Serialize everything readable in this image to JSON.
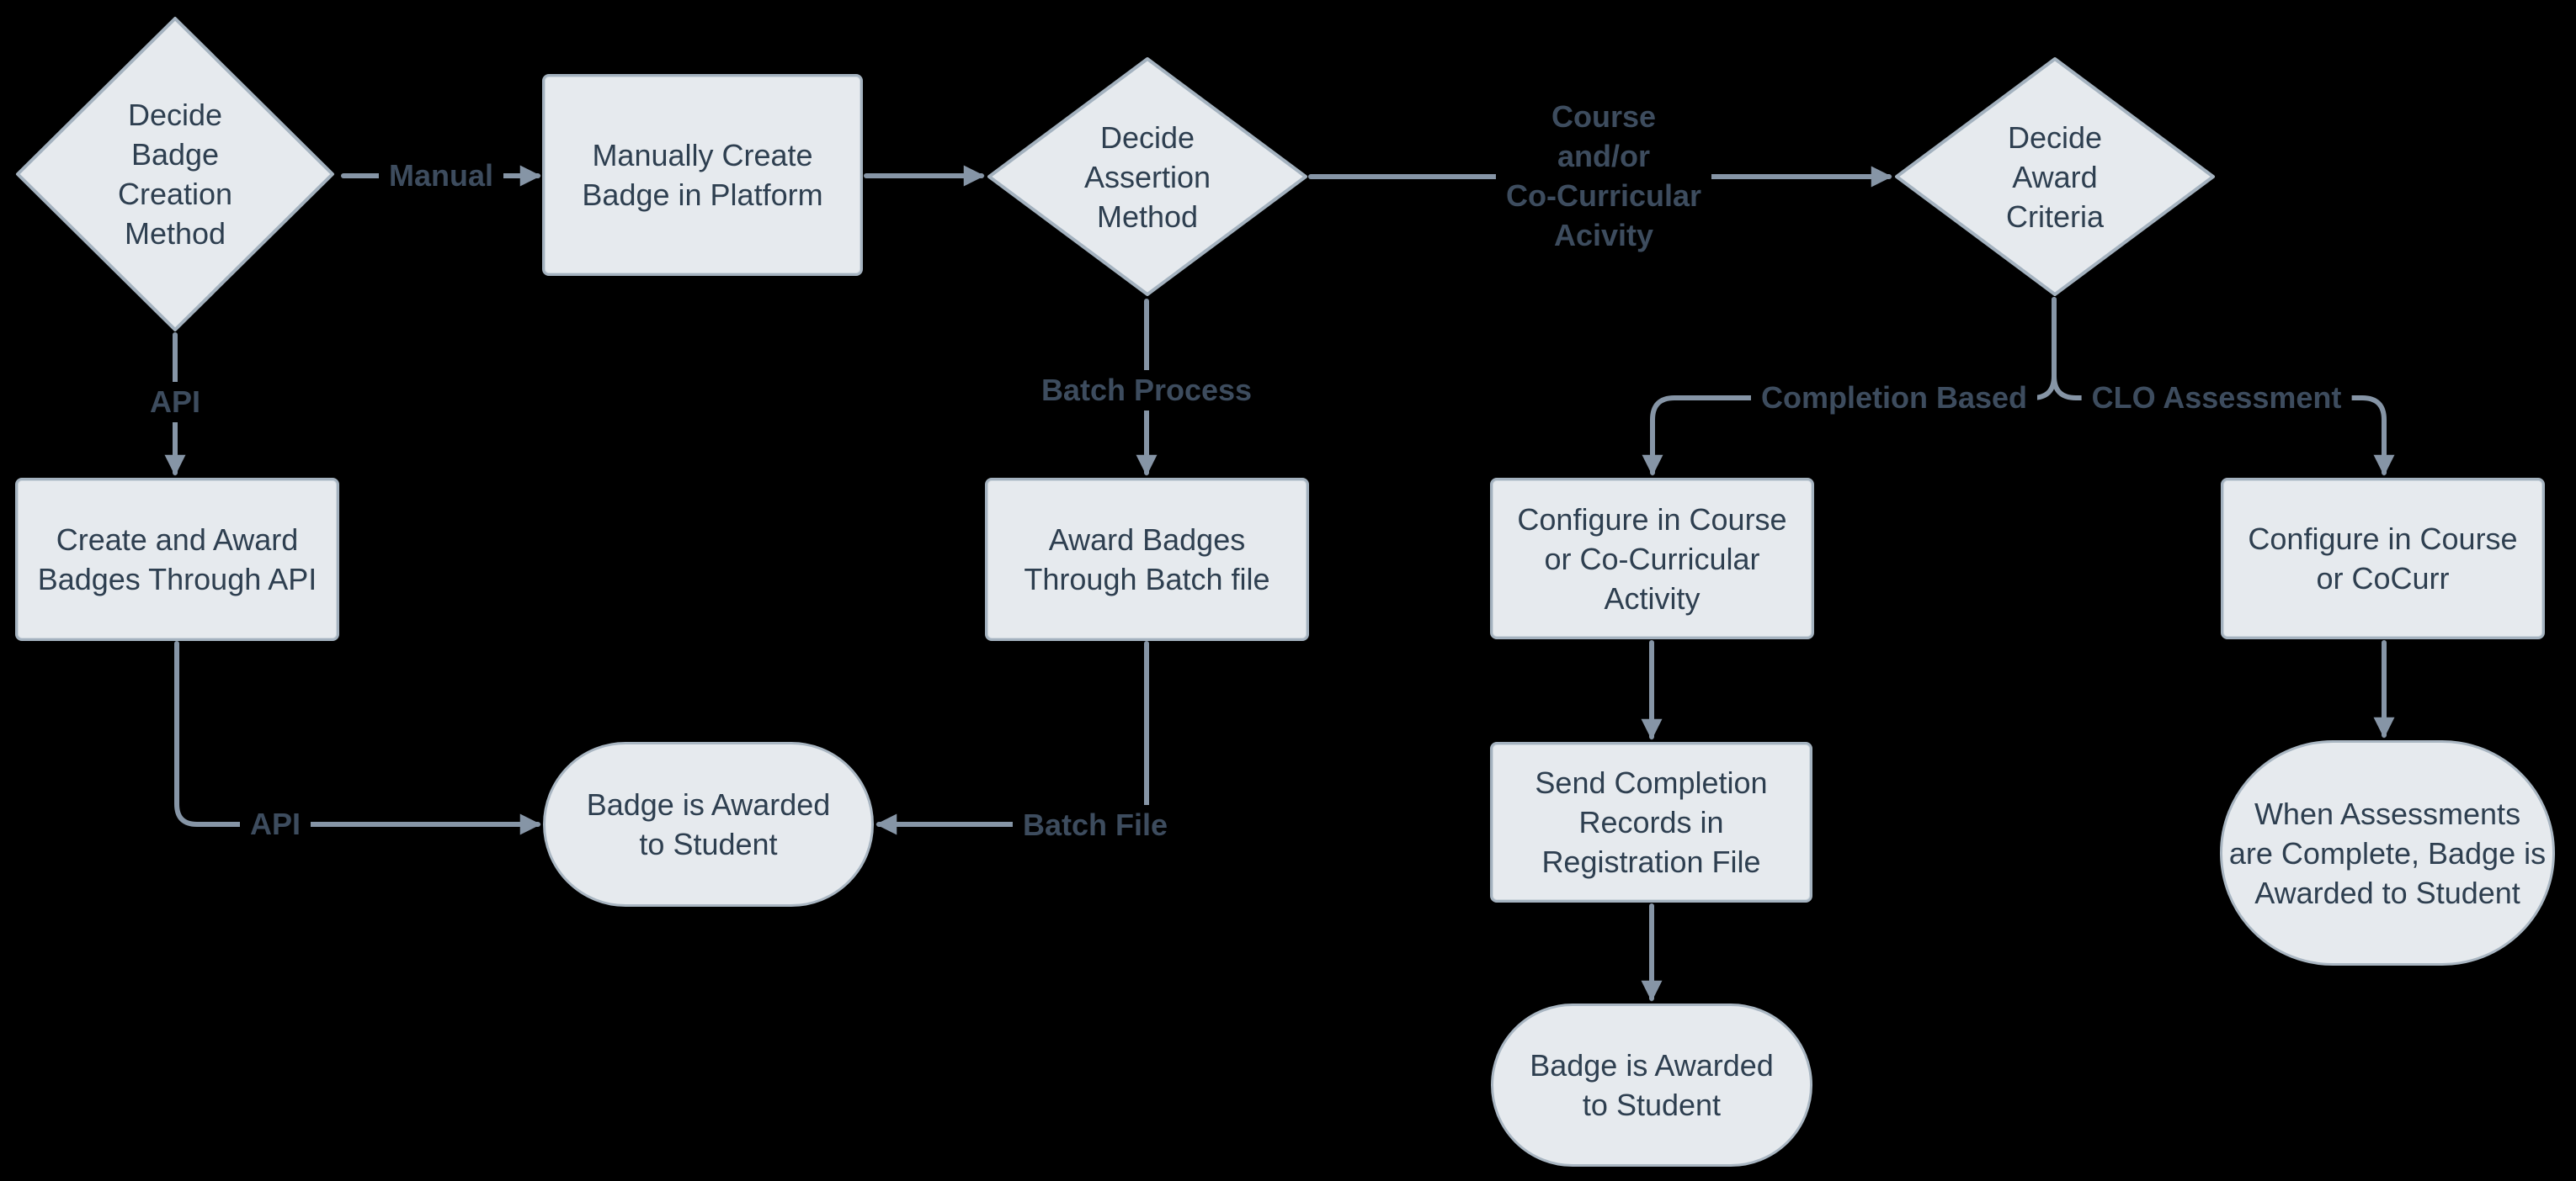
{
  "diagram": {
    "type": "flowchart-badge-creation-workflow",
    "background_color": "#000000",
    "node_fill_color": "#e6eaee",
    "node_border_color": "#a4b2bf",
    "node_text_color": "#2e3f50",
    "edge_line_color": "#8695a6",
    "edge_label_color": "#3d4c5e",
    "nodes": [
      {
        "id": "decide-badge-creation-method",
        "shape": "decision",
        "lines": [
          "Decide",
          "Badge",
          "Creation",
          "Method"
        ]
      },
      {
        "id": "manually-create-badge-in-platform",
        "shape": "process",
        "lines": [
          "Manually Create",
          "Badge in Platform"
        ]
      },
      {
        "id": "decide-assertion-method",
        "shape": "decision",
        "lines": [
          "Decide",
          "Assertion",
          "Method"
        ]
      },
      {
        "id": "decide-award-criteria",
        "shape": "decision",
        "lines": [
          "Decide",
          "Award",
          "Criteria"
        ]
      },
      {
        "id": "create-and-award-badges-through-api",
        "shape": "process",
        "lines": [
          "Create and Award",
          "Badges Through API"
        ]
      },
      {
        "id": "award-badges-through-batch-file",
        "shape": "process",
        "lines": [
          "Award Badges",
          "Through Batch file"
        ]
      },
      {
        "id": "configure-in-course-or-cocurricular-activity",
        "shape": "process",
        "lines": [
          "Configure in Course",
          "or Co-Curricular",
          "Activity"
        ]
      },
      {
        "id": "configure-in-course-or-cocurr",
        "shape": "process",
        "lines": [
          "Configure in Course",
          "or CoCurr"
        ]
      },
      {
        "id": "badge-is-awarded-to-student-left",
        "shape": "terminal",
        "lines": [
          "Badge is Awarded",
          "to Student"
        ]
      },
      {
        "id": "send-completion-records-in-registration-file",
        "shape": "process",
        "lines": [
          "Send Completion",
          "Records in",
          "Registration File"
        ]
      },
      {
        "id": "when-assessments-complete-badge-awarded",
        "shape": "terminal",
        "lines": [
          "When Assessments",
          "are Complete, Badge is",
          "Awarded to Student"
        ]
      },
      {
        "id": "badge-is-awarded-to-student-bottom",
        "shape": "terminal",
        "lines": [
          "Badge is Awarded",
          "to Student"
        ]
      }
    ],
    "edge_labels": [
      {
        "id": "manual",
        "lines": [
          "Manual"
        ]
      },
      {
        "id": "course-and-or-cocurricular-acivity",
        "lines": [
          "Course",
          "and/or",
          "Co-Curricular",
          "Acivity"
        ]
      },
      {
        "id": "api-creation",
        "lines": [
          "API"
        ]
      },
      {
        "id": "batch-process",
        "lines": [
          "Batch Process"
        ]
      },
      {
        "id": "completion-based",
        "lines": [
          "Completion Based"
        ]
      },
      {
        "id": "clo-assessment",
        "lines": [
          "CLO Assessment"
        ]
      },
      {
        "id": "api-award",
        "lines": [
          "API"
        ]
      },
      {
        "id": "batch-file",
        "lines": [
          "Batch File"
        ]
      }
    ]
  }
}
